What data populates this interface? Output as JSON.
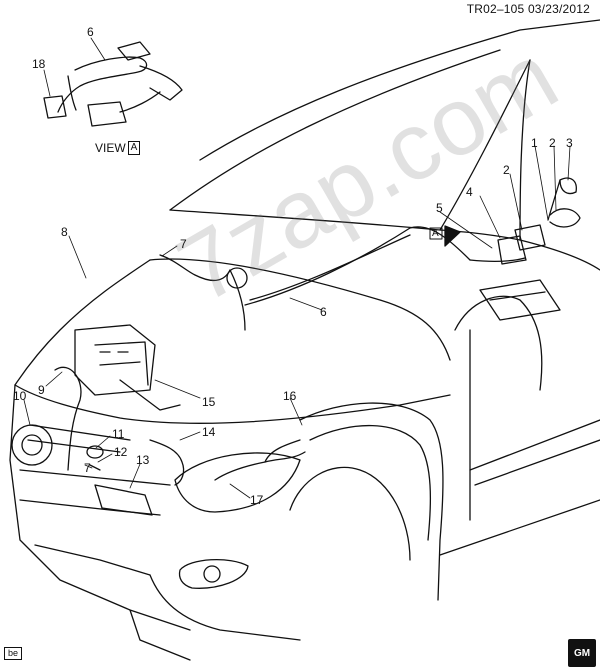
{
  "header": {
    "drawing_ref": "TR02–105  03/23/2012"
  },
  "view_label": {
    "text": "VIEW",
    "letter": "A"
  },
  "arrow_callout": {
    "letter": "A"
  },
  "corner_code": "be",
  "watermark": "7zap.com",
  "logo_text": "GM",
  "callouts": [
    {
      "id": "c1",
      "label": "1"
    },
    {
      "id": "c2a",
      "label": "2"
    },
    {
      "id": "c2b",
      "label": "2"
    },
    {
      "id": "c3",
      "label": "3"
    },
    {
      "id": "c4",
      "label": "4"
    },
    {
      "id": "c5",
      "label": "5"
    },
    {
      "id": "c6a",
      "label": "6"
    },
    {
      "id": "c6b",
      "label": "6"
    },
    {
      "id": "c7a",
      "label": "7"
    },
    {
      "id": "c7b",
      "label": "7"
    },
    {
      "id": "c8",
      "label": "8"
    },
    {
      "id": "c9",
      "label": "9"
    },
    {
      "id": "c10",
      "label": "10"
    },
    {
      "id": "c11",
      "label": "11"
    },
    {
      "id": "c12",
      "label": "12"
    },
    {
      "id": "c13",
      "label": "13"
    },
    {
      "id": "c14",
      "label": "14"
    },
    {
      "id": "c15",
      "label": "15"
    },
    {
      "id": "c16",
      "label": "16"
    },
    {
      "id": "c17",
      "label": "17"
    },
    {
      "id": "c18",
      "label": "18"
    }
  ]
}
